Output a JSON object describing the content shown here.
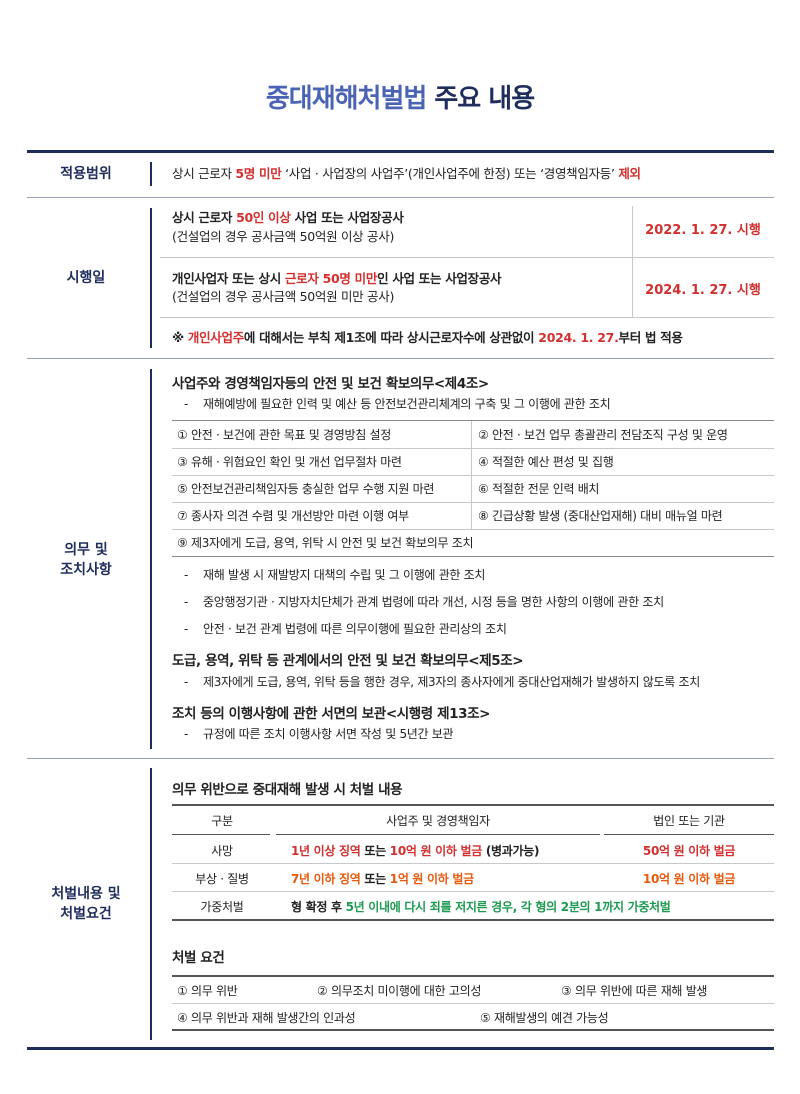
{
  "title": {
    "highlight": "중대재해처벌법",
    "rest": " 주요 내용"
  },
  "scope": {
    "label": "적용범위",
    "p1": "상시 근로자 ",
    "p2": "5명 미만",
    "p3": " ‘사업 · 사업장의 사업주’(개인사업주에 한정) 또는 ‘경영책임자등’ ",
    "p4": "제외"
  },
  "enforce": {
    "label": "시행일",
    "row1": {
      "p1": "상시 근로자 ",
      "p2": "50인 이상",
      "p3": " 사업 또는 사업장공사",
      "sub": "(건설업의 경우 공사금액 50억원 이상 공사)",
      "date": "2022. 1. 27. 시행"
    },
    "row2": {
      "p1": "개인사업자 또는 상시 ",
      "p2": "근로자 50명 미만",
      "p3": "인 사업 또는 사업장공사",
      "sub": "(건설업의 경우 공사금액 50억원 미만 공사)",
      "date": "2024. 1. 27. 시행"
    },
    "note": {
      "p1": "※ ",
      "p2": "개인사업주",
      "p3": "에 대해서는 부칙 제1조에 따라 상시근로자수에 상관없이 ",
      "p4": "2024. 1. 27.",
      "p5": "부터 법 적용"
    }
  },
  "duties": {
    "label1": "의무 및",
    "label2": "조치사항",
    "h1": "사업주와 경영책임자등의 안전 및 보건 확보의무<제4조>",
    "b1": "재해예방에 필요한 인력 및 예산 등 안전보건관리체계의 구축 및 그 이행에 관한 조치",
    "grid": [
      [
        "① 안전 · 보건에 관한 목표 및 경영방침 설정",
        "② 안전 · 보건 업무 총괄관리 전담조직 구성 및 운영"
      ],
      [
        "③ 유해 · 위험요인 확인 및 개선 업무절차 마련",
        "④ 적절한 예산 편성 및 집행"
      ],
      [
        "⑤ 안전보건관리책임자등 충실한 업무 수행 지원 마련",
        "⑥ 적절한 전문 인력 배치"
      ],
      [
        "⑦ 종사자 의견 수렴 및 개선방안 마련 이행 여부",
        "⑧ 긴급상황 발생 (중대산업재해) 대비 매뉴얼 마련"
      ]
    ],
    "grid_last": "⑨ 제3자에게 도급, 용역, 위탁 시 안전 및 보건 확보의무 조치",
    "b2": "재해 발생 시 재발방지 대책의 수립 및 그 이행에 관한 조치",
    "b3": "중앙행정기관 · 지방자치단체가 관계 법령에 따라 개선, 시정 등을 명한 사항의 이행에 관한 조치",
    "b4": "안전 · 보건 관계 법령에 따른 의무이행에 필요한 관리상의 조치",
    "h2": "도급, 용역, 위탁 등 관계에서의 안전 및 보건 확보의무<제5조>",
    "b5": "제3자에게 도급, 용역, 위탁 등을 행한 경우, 제3자의 종사자에게 중대산업재해가 발생하지 않도록 조치",
    "h3": "조치 등의 이행사항에 관한 서면의 보관<시행령 제13조>",
    "b6": "규정에 따른 조치 이행사항 서면 작성 및 5년간 보관",
    "dash": "-"
  },
  "penalty": {
    "label1": "처벌내용 및",
    "label2": "처벌요건",
    "h1": "의무 위반으로 중대재해 발생 시 처벌 내용",
    "head": [
      "구분",
      "사업주 및 경영책임자",
      "법인 또는 기관"
    ],
    "death": {
      "cat": "사망",
      "p1": "1년 이상 징역",
      "p2": " 또는 ",
      "p3": "10억 원 이하 벌금",
      "p4": " (병과가능)",
      "corp": "50억 원 이하 벌금"
    },
    "injury": {
      "cat": "부상 · 질병",
      "p1": "7년 이하 징역",
      "p2": " 또는 ",
      "p3": "1억 원 이하 벌금",
      "corp": "10억 원 이하 벌금"
    },
    "aggr": {
      "cat": "가중처벌",
      "p1": "형 확정 후 ",
      "p2": "5년 이내에 다시 죄를 저지른 경우, 각 형의 2분의 1까지 가중처벌"
    },
    "h2": "처벌 요건",
    "req": [
      "① 의무 위반",
      "② 의무조치 미이행에 대한 고의성",
      "③ 의무 위반에 따른 재해 발생",
      "④ 의무 위반과 재해 발생간의 인과성",
      "⑤ 재해발생의 예견 가능성"
    ]
  },
  "colors": {
    "navy": "#1f2d5c",
    "title_blue": "#4a63b5",
    "red": "#d32f2f",
    "orange": "#e8590c",
    "green": "#1e9a52"
  }
}
